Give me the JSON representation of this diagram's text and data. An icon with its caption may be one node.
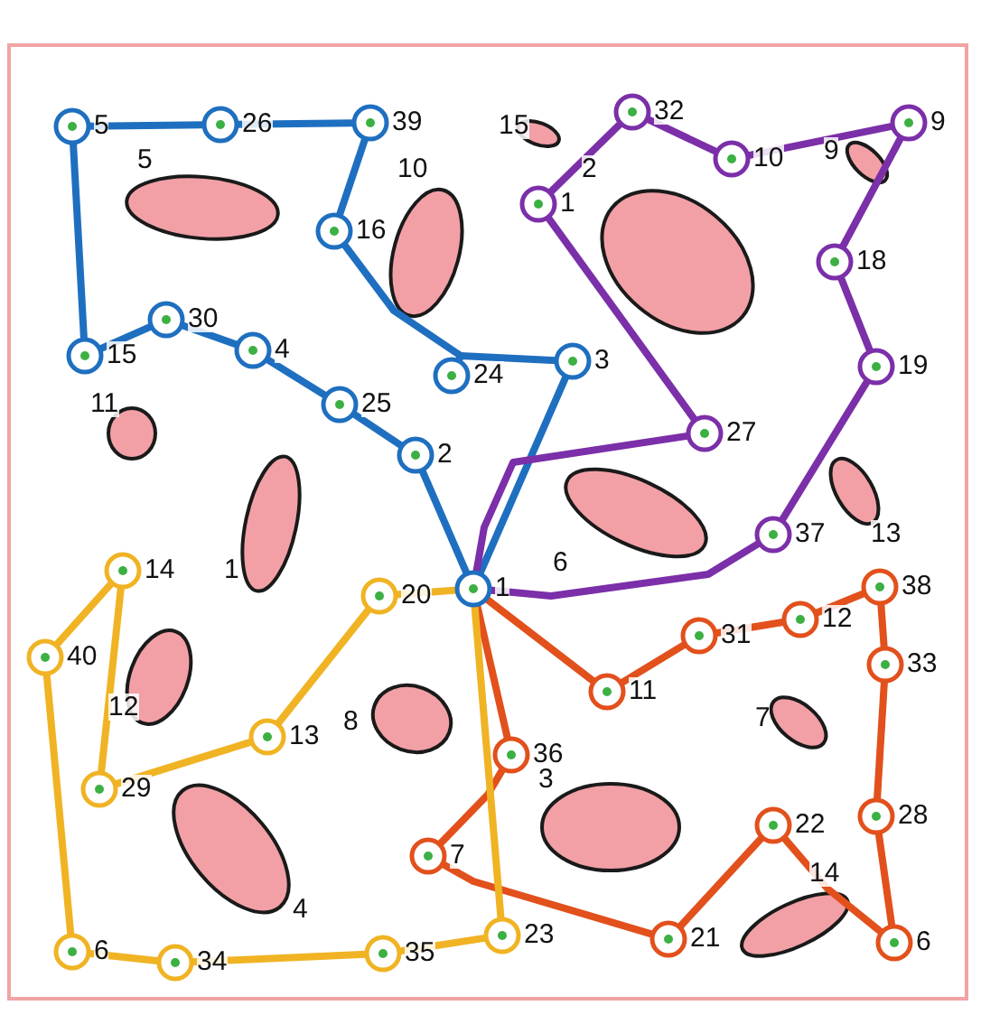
{
  "diagram": {
    "nodes": [
      {
        "text": [],
        "shape": "circle",
        "beside": [
          "5"
        ]
      },
      {
        "text": [],
        "shape": "circle",
        "beside": [
          "26"
        ]
      },
      {
        "text": [],
        "shape": "circle",
        "beside": [
          "39"
        ]
      },
      {
        "text": [],
        "shape": "circle",
        "beside": [
          "32"
        ]
      },
      {
        "text": [],
        "shape": "circle",
        "beside": [
          "9"
        ]
      },
      {
        "text": [],
        "shape": "circle",
        "beside": [
          "10"
        ]
      },
      {
        "text": [],
        "shape": "circle",
        "beside": [
          "1"
        ]
      },
      {
        "text": [],
        "shape": "circle",
        "beside": [
          "16"
        ]
      },
      {
        "text": [],
        "shape": "circle",
        "beside": [
          "18"
        ]
      },
      {
        "text": [],
        "shape": "circle",
        "beside": [
          "30"
        ]
      },
      {
        "text": [],
        "shape": "circle",
        "beside": [
          "4"
        ]
      },
      {
        "text": [],
        "shape": "circle",
        "beside": [
          "15"
        ]
      },
      {
        "text": [],
        "shape": "circle",
        "beside": [
          "3"
        ]
      },
      {
        "text": [],
        "shape": "circle",
        "beside": [
          "19"
        ]
      },
      {
        "text": [],
        "shape": "circle",
        "beside": [
          "24"
        ]
      },
      {
        "text": [],
        "shape": "circle",
        "beside": [
          "25"
        ]
      },
      {
        "text": [],
        "shape": "circle",
        "beside": [
          "27"
        ]
      },
      {
        "text": [],
        "shape": "circle",
        "beside": [
          "2"
        ]
      },
      {
        "text": [],
        "shape": "circle",
        "beside": [
          "37"
        ]
      },
      {
        "text": [],
        "shape": "circle",
        "beside": [
          "14"
        ]
      },
      {
        "text": [],
        "shape": "circle",
        "beside": [
          "38"
        ]
      },
      {
        "text": [],
        "shape": "circle",
        "beside": [
          "20"
        ]
      },
      {
        "text": [],
        "shape": "circle",
        "beside": [
          "1"
        ]
      },
      {
        "text": [],
        "shape": "circle",
        "beside": [
          "12"
        ]
      },
      {
        "text": [],
        "shape": "circle",
        "beside": [
          "31"
        ]
      },
      {
        "text": [],
        "shape": "circle",
        "beside": [
          "40"
        ]
      },
      {
        "text": [],
        "shape": "circle",
        "beside": [
          "33"
        ]
      },
      {
        "text": [],
        "shape": "circle",
        "beside": [
          "11"
        ]
      },
      {
        "text": [],
        "shape": "circle",
        "beside": [
          "13"
        ]
      },
      {
        "text": [],
        "shape": "circle",
        "beside": [
          "36"
        ]
      },
      {
        "text": [],
        "shape": "circle",
        "beside": [
          "29"
        ]
      },
      {
        "text": [],
        "shape": "circle",
        "beside": [
          "28"
        ]
      },
      {
        "text": [],
        "shape": "circle",
        "beside": [
          "22"
        ]
      },
      {
        "text": [],
        "shape": "circle",
        "beside": [
          "7"
        ]
      },
      {
        "text": [],
        "shape": "circle",
        "beside": [
          "23"
        ]
      },
      {
        "text": [],
        "shape": "circle",
        "beside": [
          "21"
        ]
      },
      {
        "text": [],
        "shape": "circle",
        "beside": [
          "6"
        ]
      },
      {
        "text": [],
        "shape": "circle",
        "beside": [
          "6"
        ]
      },
      {
        "text": [],
        "shape": "circle",
        "beside": [
          "35"
        ]
      },
      {
        "text": [],
        "shape": "circle",
        "beside": [
          "34"
        ]
      },
      {
        "text": [],
        "shape": "blob",
        "beside": [
          "15"
        ]
      },
      {
        "text": [],
        "shape": "blob",
        "beside": [
          "5"
        ]
      },
      {
        "text": [],
        "shape": "blob",
        "beside": [
          "10"
        ]
      },
      {
        "text": [],
        "shape": "blob",
        "beside": [
          "2"
        ]
      },
      {
        "text": [],
        "shape": "blob",
        "beside": [
          "9"
        ]
      },
      {
        "text": [],
        "shape": "blob",
        "beside": [
          "11"
        ]
      },
      {
        "text": [],
        "shape": "blob",
        "beside": [
          "13"
        ]
      },
      {
        "text": [],
        "shape": "blob",
        "beside": [
          "1"
        ]
      },
      {
        "text": [],
        "shape": "blob",
        "beside": [
          "6"
        ]
      },
      {
        "text": [],
        "shape": "blob",
        "beside": [
          "12"
        ]
      },
      {
        "text": [],
        "shape": "blob",
        "beside": [
          "8"
        ]
      },
      {
        "text": [],
        "shape": "blob",
        "beside": [
          "7"
        ]
      },
      {
        "text": [],
        "shape": "blob",
        "beside": [
          "3"
        ]
      },
      {
        "text": [],
        "shape": "blob",
        "beside": [
          "4"
        ]
      },
      {
        "text": [],
        "shape": "blob",
        "beside": [
          "14"
        ]
      }
    ],
    "edges": [
      {
        "from": 0,
        "to": 1,
        "arrow": "none",
        "color": "#1f6fc0"
      },
      {
        "from": 1,
        "to": 2,
        "arrow": "none",
        "color": "#1f6fc0"
      },
      {
        "from": 2,
        "to": 7,
        "arrow": "none",
        "color": "#1f6fc0"
      },
      {
        "from": 7,
        "to": 14,
        "arrow": "none",
        "color": "#1f6fc0"
      },
      {
        "from": 14,
        "to": 12,
        "arrow": "none",
        "color": "#1f6fc0"
      },
      {
        "from": 12,
        "to": 22,
        "arrow": "none",
        "color": "#1f6fc0"
      },
      {
        "from": 0,
        "to": 11,
        "arrow": "none",
        "color": "#1f6fc0"
      },
      {
        "from": 11,
        "to": 9,
        "arrow": "none",
        "color": "#1f6fc0"
      },
      {
        "from": 9,
        "to": 10,
        "arrow": "none",
        "color": "#1f6fc0"
      },
      {
        "from": 10,
        "to": 15,
        "arrow": "none",
        "color": "#1f6fc0"
      },
      {
        "from": 15,
        "to": 17,
        "arrow": "none",
        "color": "#1f6fc0"
      },
      {
        "from": 17,
        "to": 22,
        "arrow": "none",
        "color": "#1f6fc0"
      },
      {
        "from": 22,
        "to": 16,
        "arrow": "none",
        "color": "#7b2fa8"
      },
      {
        "from": 16,
        "to": 6,
        "arrow": "none",
        "color": "#7b2fa8"
      },
      {
        "from": 6,
        "to": 3,
        "arrow": "none",
        "color": "#7b2fa8"
      },
      {
        "from": 3,
        "to": 5,
        "arrow": "none",
        "color": "#7b2fa8"
      },
      {
        "from": 5,
        "to": 4,
        "arrow": "none",
        "color": "#7b2fa8"
      },
      {
        "from": 4,
        "to": 8,
        "arrow": "none",
        "color": "#7b2fa8"
      },
      {
        "from": 8,
        "to": 13,
        "arrow": "none",
        "color": "#7b2fa8"
      },
      {
        "from": 13,
        "to": 18,
        "arrow": "none",
        "color": "#7b2fa8"
      },
      {
        "from": 18,
        "to": 22,
        "arrow": "none",
        "color": "#7b2fa8"
      },
      {
        "from": 22,
        "to": 27,
        "arrow": "none",
        "color": "#e2501c"
      },
      {
        "from": 27,
        "to": 24,
        "arrow": "none",
        "color": "#e2501c"
      },
      {
        "from": 24,
        "to": 23,
        "arrow": "none",
        "color": "#e2501c"
      },
      {
        "from": 23,
        "to": 20,
        "arrow": "none",
        "color": "#e2501c"
      },
      {
        "from": 20,
        "to": 26,
        "arrow": "none",
        "color": "#e2501c"
      },
      {
        "from": 26,
        "to": 31,
        "arrow": "none",
        "color": "#e2501c"
      },
      {
        "from": 31,
        "to": 36,
        "arrow": "none",
        "color": "#e2501c"
      },
      {
        "from": 36,
        "to": 32,
        "arrow": "none",
        "color": "#e2501c"
      },
      {
        "from": 32,
        "to": 35,
        "arrow": "none",
        "color": "#e2501c"
      },
      {
        "from": 35,
        "to": 33,
        "arrow": "none",
        "color": "#e2501c"
      },
      {
        "from": 33,
        "to": 29,
        "arrow": "none",
        "color": "#e2501c"
      },
      {
        "from": 29,
        "to": 22,
        "arrow": "none",
        "color": "#e2501c"
      },
      {
        "from": 22,
        "to": 21,
        "arrow": "none",
        "color": "#f0b323"
      },
      {
        "from": 21,
        "to": 28,
        "arrow": "none",
        "color": "#f0b323"
      },
      {
        "from": 28,
        "to": 30,
        "arrow": "none",
        "color": "#f0b323"
      },
      {
        "from": 30,
        "to": 19,
        "arrow": "none",
        "color": "#f0b323"
      },
      {
        "from": 19,
        "to": 25,
        "arrow": "none",
        "color": "#f0b323"
      },
      {
        "from": 25,
        "to": 37,
        "arrow": "none",
        "color": "#f0b323"
      },
      {
        "from": 37,
        "to": 39,
        "arrow": "none",
        "color": "#f0b323"
      },
      {
        "from": 39,
        "to": 38,
        "arrow": "none",
        "color": "#f0b323"
      },
      {
        "from": 38,
        "to": 34,
        "arrow": "none",
        "color": "#f0b323"
      },
      {
        "from": 34,
        "to": 22,
        "arrow": "none",
        "color": "#f0b323"
      }
    ]
  }
}
